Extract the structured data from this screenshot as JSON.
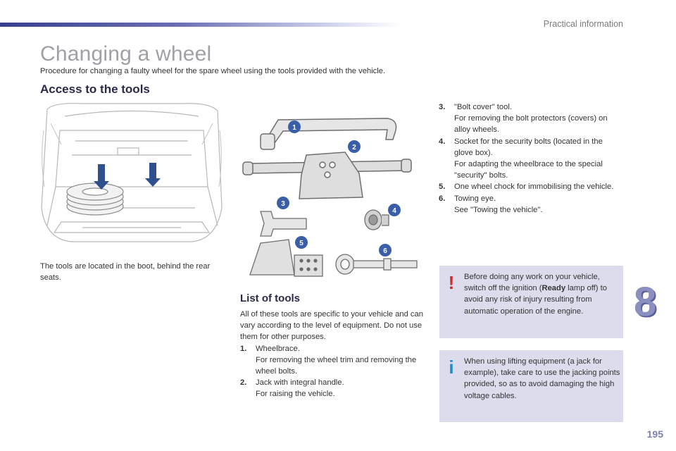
{
  "header": {
    "section": "Practical information"
  },
  "page": {
    "title": "Changing a wheel",
    "intro": "Procedure for changing a faulty wheel for the spare wheel using the tools provided with the vehicle.",
    "number": "195",
    "chapter": "8"
  },
  "access": {
    "heading": "Access to the tools",
    "caption": "The tools are located in the boot, behind the rear seats."
  },
  "tools_figure": {
    "callouts": [
      "1",
      "2",
      "3",
      "4",
      "5",
      "6"
    ]
  },
  "list": {
    "heading": "List of tools",
    "text": "All of these tools are specific to your vehicle and can vary according to the level of equipment. Do not use them for other purposes.",
    "items": [
      {
        "num": "1.",
        "name": "Wheelbrace.",
        "desc": "For removing the wheel trim and removing the wheel bolts."
      },
      {
        "num": "2.",
        "name": "Jack with integral handle.",
        "desc": "For raising the vehicle."
      },
      {
        "num": "3.",
        "name": "\"Bolt cover\" tool.",
        "desc": "For removing the bolt protectors (covers) on alloy wheels."
      },
      {
        "num": "4.",
        "name": "Socket for the security bolts (located in the glove box).",
        "desc": "For adapting the wheelbrace to the special \"security\" bolts."
      },
      {
        "num": "5.",
        "name": "One wheel chock for immobilising the vehicle.",
        "desc": ""
      },
      {
        "num": "6.",
        "name": "Towing eye.",
        "desc": "See \"Towing the vehicle\"."
      }
    ]
  },
  "warning": {
    "icon": "!",
    "text_before": "Before doing any work on your vehicle, switch off the ignition (",
    "bold": "Ready",
    "text_after": " lamp off) to avoid any risk of injury resulting from automatic operation of the engine."
  },
  "info": {
    "icon": "i",
    "text": "When using lifting equipment (a jack for example), take care to use the jacking points provided, so as to avoid damaging the high voltage cables."
  },
  "colors": {
    "accent": "#3a3f8f",
    "warning": "#d8262b",
    "info": "#1a8fd0",
    "box": "#dcdcec"
  }
}
